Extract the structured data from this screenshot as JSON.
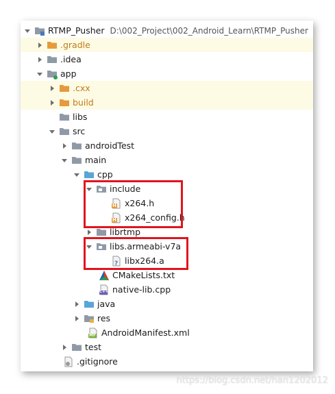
{
  "project": {
    "name": "RTMP_Pusher",
    "path": "D:\\002_Project\\002_Android_Learn\\RTMP_Pusher"
  },
  "tree": {
    "gradle": ".gradle",
    "idea": ".idea",
    "app": "app",
    "cxx": ".cxx",
    "build": "build",
    "libs": "libs",
    "src": "src",
    "androidTest": "androidTest",
    "main": "main",
    "cpp": "cpp",
    "include": "include",
    "x264_h": "x264.h",
    "x264_config_h": "x264_config.h",
    "librtmp": "librtmp",
    "libs_armeabi": "libs.armeabi-v7a",
    "libx264_a": "libx264.a",
    "cmakelists": "CMakeLists.txt",
    "native_lib": "native-lib.cpp",
    "java": "java",
    "res": "res",
    "manifest": "AndroidManifest.xml",
    "test": "test",
    "gitignore": ".gitignore"
  },
  "icon_badges": {
    "header": "H",
    "cpp": "C++",
    "manifest": "MF"
  },
  "colors": {
    "highlight_row": "#fdfbe4",
    "folder_gray": "#8f9aa6",
    "folder_orange": "#e69a3c",
    "folder_blue": "#5aa5d6",
    "selection_red": "#e0141e",
    "excluded_text": "#c07a1c"
  },
  "watermark": "https://blog.csdn.net/han1202012"
}
